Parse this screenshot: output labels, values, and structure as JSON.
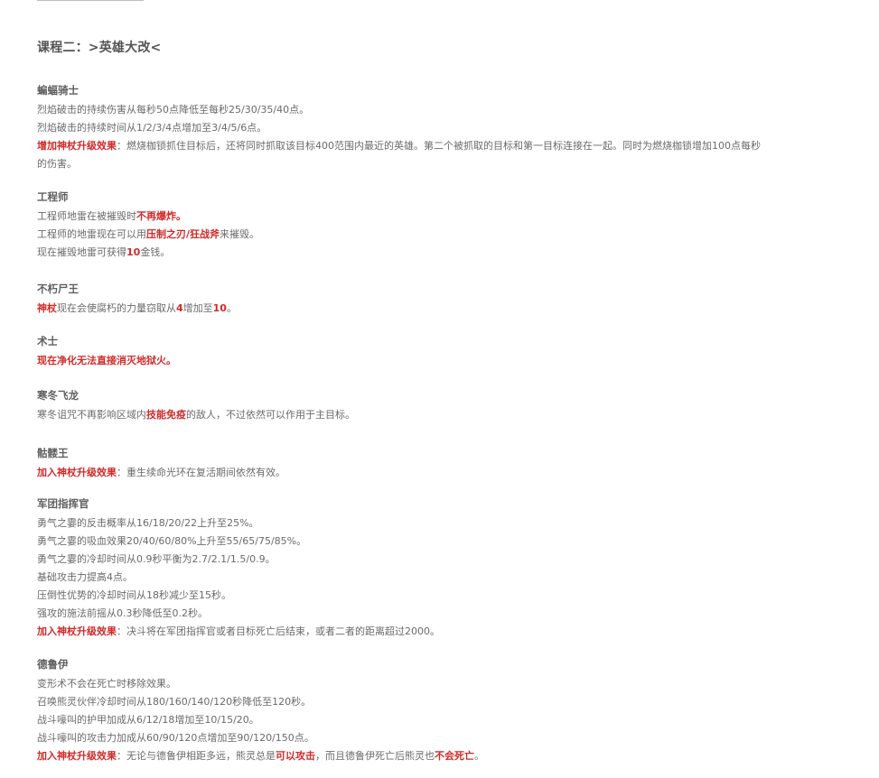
{
  "title": "课程二：>英雄大改<",
  "sections": [
    {
      "name": "蝙蝠骑士",
      "lines": [
        [
          {
            "t": "烈焰破击的持续伤害从每秒50点降低至每秒25/30/35/40点。",
            "h": false
          }
        ],
        [
          {
            "t": "烈焰破击的持续时间从1/2/3/4点增加至3/4/5/6点。",
            "h": false
          }
        ],
        [
          {
            "t": "增加神杖升级效果",
            "h": true
          },
          {
            "t": "：燃烧枷锁抓住目标后，还将同时抓取该目标400范围内最近的英雄。第二个被抓取的目标和第一目标连接在一起。同时为燃烧枷锁增加100点每秒的伤害。",
            "h": false
          }
        ]
      ]
    },
    {
      "name": "工程师",
      "lines": [
        [
          {
            "t": "工程师地雷在被摧毁时",
            "h": false
          },
          {
            "t": "不再爆炸。",
            "h": true
          }
        ],
        [
          {
            "t": "工程师的地雷现在可以用",
            "h": false
          },
          {
            "t": "压制之刃/狂战斧",
            "h": true
          },
          {
            "t": "来摧毁。",
            "h": false
          }
        ],
        [
          {
            "t": "现在摧毁地雷可获得",
            "h": false
          },
          {
            "t": "10",
            "h": true
          },
          {
            "t": "金钱。",
            "h": false
          }
        ]
      ]
    },
    {
      "name": "不朽尸王",
      "lines": [
        [
          {
            "t": "神杖",
            "h": true
          },
          {
            "t": "现在会使腐朽的力量窃取从",
            "h": false
          },
          {
            "t": "4",
            "h": true
          },
          {
            "t": "增加至",
            "h": false
          },
          {
            "t": "10",
            "h": true
          },
          {
            "t": "。",
            "h": false
          }
        ]
      ]
    },
    {
      "name": "术士",
      "lines": [
        [
          {
            "t": "现在净化无法直接消灭地狱火。",
            "h": true
          }
        ]
      ]
    },
    {
      "name": "寒冬飞龙",
      "lines": [
        [
          {
            "t": "寒冬诅咒不再影响区域内",
            "h": false
          },
          {
            "t": "技能免疫",
            "h": true
          },
          {
            "t": "的敌人，不过依然可以作用于主目标。",
            "h": false
          }
        ]
      ]
    },
    {
      "name": "骷髅王",
      "lines": [
        [
          {
            "t": "加入神杖升级效果",
            "h": true
          },
          {
            "t": "：重生续命光环在复活期间依然有效。",
            "h": false
          }
        ]
      ]
    },
    {
      "name": "军团指挥官",
      "lines": [
        [
          {
            "t": "勇气之霎的反击概率从16/18/20/22上升至25%。",
            "h": false
          }
        ],
        [
          {
            "t": "勇气之霎的吸血效果20/40/60/80%上升至55/65/75/85%。",
            "h": false
          }
        ],
        [
          {
            "t": "勇气之霎的冷却时间从0.9秒平衡为2.7/2.1/1.5/0.9。",
            "h": false
          }
        ],
        [
          {
            "t": "基础攻击力提高4点。",
            "h": false
          }
        ],
        [
          {
            "t": "压倒性优势的冷却时间从18秒减少至15秒。",
            "h": false
          }
        ],
        [
          {
            "t": "强攻的施法前摇从0.3秒降低至0.2秒。",
            "h": false
          }
        ],
        [
          {
            "t": "加入神杖升级效果",
            "h": true
          },
          {
            "t": "：决斗将在军团指挥官或者目标死亡后结束，或者二者的距离超过2000。",
            "h": false
          }
        ]
      ]
    },
    {
      "name": "德鲁伊",
      "lines": [
        [
          {
            "t": "变形术不会在死亡时移除效果。",
            "h": false
          }
        ],
        [
          {
            "t": "召唤熊灵伙伴冷却时间从180/160/140/120秒降低至120秒。",
            "h": false
          }
        ],
        [
          {
            "t": "战斗嚎叫的护甲加成从6/12/18增加至10/15/20。",
            "h": false
          }
        ],
        [
          {
            "t": "战斗嚎叫的攻击力加成从60/90/120点增加至90/120/150点。",
            "h": false
          }
        ],
        [
          {
            "t": "加入神杖升级效果",
            "h": true
          },
          {
            "t": "：无论与德鲁伊相距多远，熊灵总是",
            "h": false
          },
          {
            "t": "可以攻击",
            "h": true
          },
          {
            "t": "，而且德鲁伊死亡后熊灵也",
            "h": false
          },
          {
            "t": "不会死亡",
            "h": true
          },
          {
            "t": "。",
            "h": false
          }
        ]
      ]
    }
  ]
}
